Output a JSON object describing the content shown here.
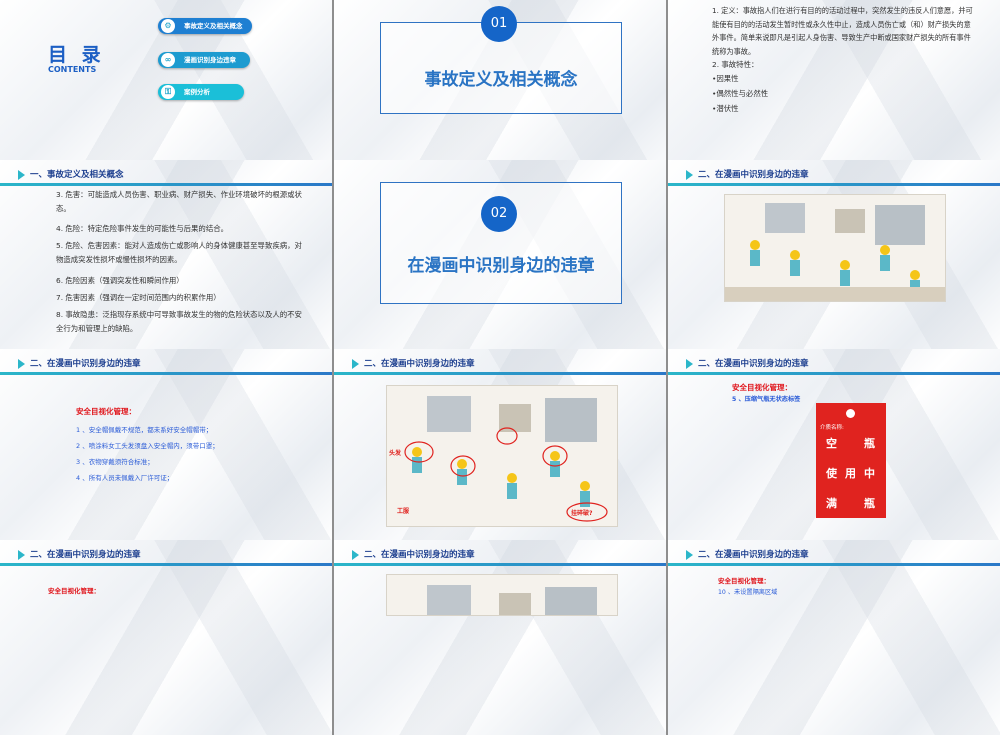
{
  "toc": {
    "title": "目 录",
    "subtitle": "CONTENTS",
    "items": [
      "事故定义及相关概念",
      "漫画识别身边违章",
      "案例分析"
    ]
  },
  "section1": {
    "number": "01",
    "title": "事故定义及相关概念"
  },
  "definition": {
    "para1": "1. 定义：事故指人们在进行有目的的活动过程中，突然发生的违反人们意愿，并可能使有目的的活动发生暂时性或永久性中止，造成人员伤亡或（和）财产损失的意外事件。简单来说即凡是引起人身伤害、导致生产中断或国家财产损失的所有事件统称为事故。",
    "para2": "2. 事故特性：",
    "traits": [
      "•因果性",
      "•偶然性与必然性",
      "•潜伏性"
    ]
  },
  "slide4": {
    "header": "一、事故定义及相关概念",
    "paras": [
      "3. 危害：可能造成人员伤害、职业病、财产损失、作业环境破坏的根源或状态。",
      "4. 危险：特定危险事件发生的可能性与后果的结合。",
      "5. 危险、危害因素：能对人造成伤亡或影响人的身体健康甚至导致疾病，对物造成突发性损坏或慢性损坏的因素。",
      "6. 危险因素（强调突发性和瞬间作用）",
      "7. 危害因素（强调在一定时间范围内的积累作用）",
      "8. 事故隐患：泛指现存系统中可导致事故发生的物的危险状态以及人的不安全行为和管理上的缺陷。"
    ]
  },
  "section2": {
    "number": "02",
    "title": "在漫画中识别身边的违章"
  },
  "sec2_header": "二、在漫画中识别身边的违章",
  "slide7": {
    "heading": "安全目视化管理：",
    "items": [
      "1 、安全帽佩戴不规范，都未系好安全帽帽带；",
      "2 、喷涂料女工头发须盘入安全帽内，须带口罩；",
      "3 、衣物穿戴须符合标准；",
      "4 、所有人员未佩戴入厂许可证；"
    ]
  },
  "slide8": {
    "labels": [
      "头发",
      "工服",
      "挂碎破?"
    ]
  },
  "slide9": {
    "heading": "安全目视化管理：",
    "sub": "5 、压缩气瓶无状态标签",
    "tag_top": "介质名称:",
    "tag_chars": [
      "空",
      "瓶",
      "使",
      "用",
      "中",
      "满",
      "瓶"
    ]
  },
  "slide10": {
    "heading": "安全目视化管理："
  },
  "slide12": {
    "heading": "安全目视化管理：",
    "sub": "10 、未设置隔离区域"
  }
}
